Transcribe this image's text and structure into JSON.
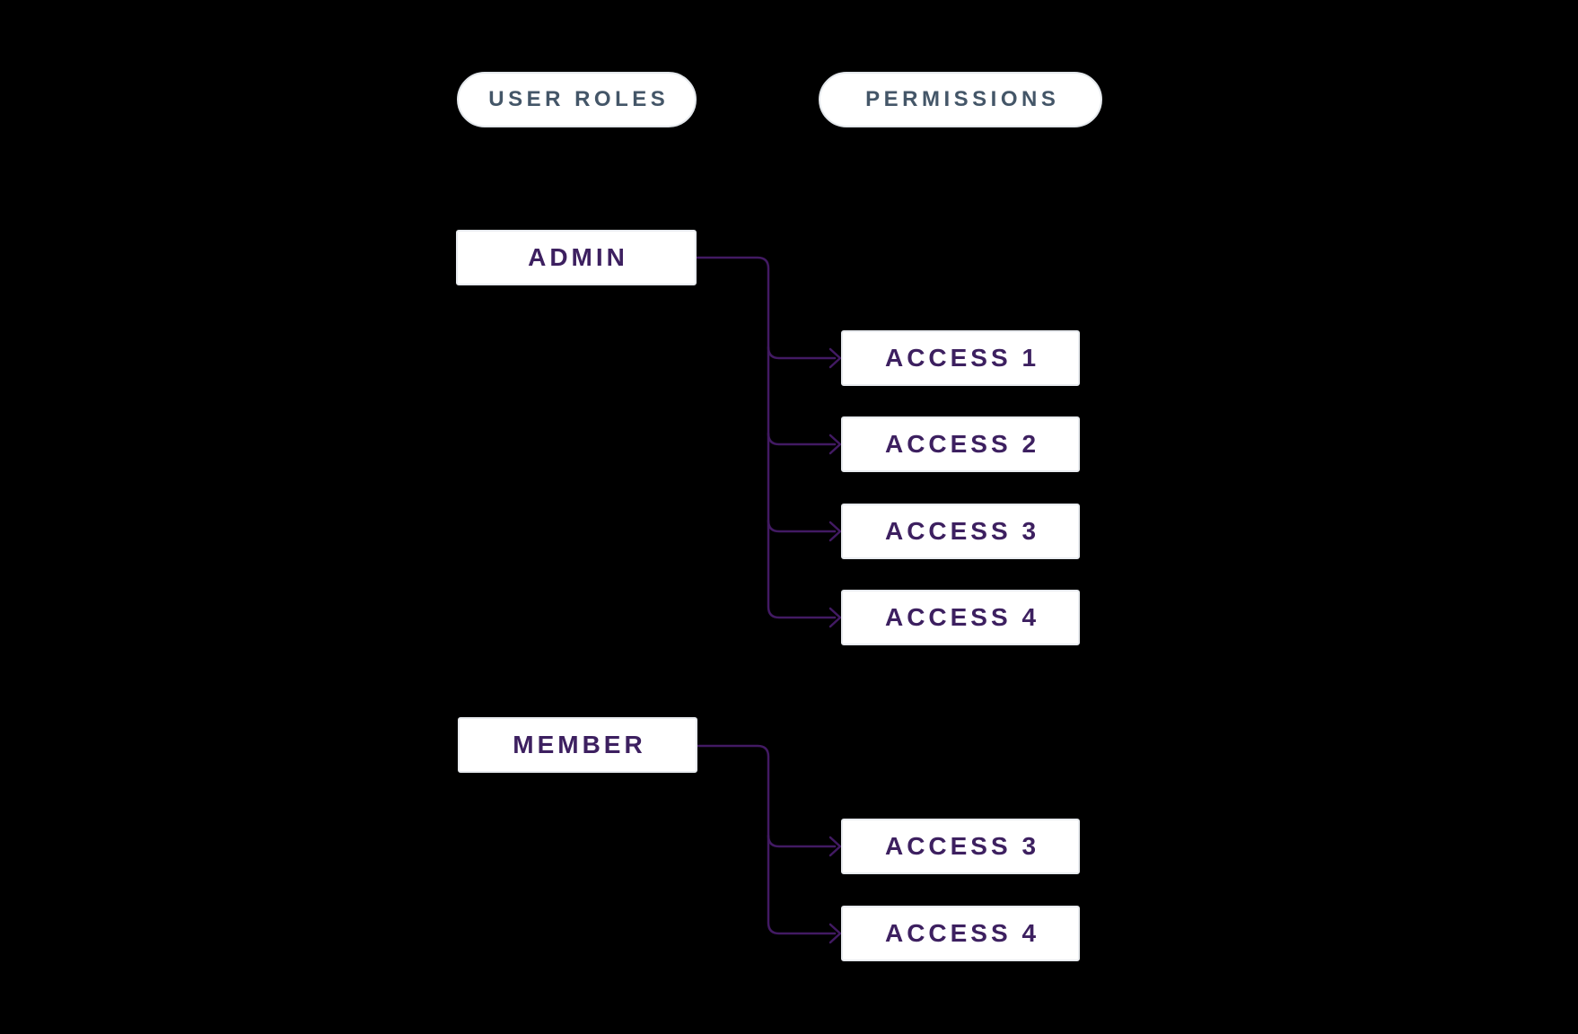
{
  "diagram": {
    "title": "role-permission-mapping",
    "headers": [
      {
        "label": "USER ROLES"
      },
      {
        "label": "PERMISSIONS"
      }
    ],
    "roles": [
      {
        "label": "ADMIN",
        "permissions": [
          "ACCESS 1",
          "ACCESS 2",
          "ACCESS 3",
          "ACCESS 4"
        ]
      },
      {
        "label": "MEMBER",
        "permissions": [
          "ACCESS 3",
          "ACCESS 4"
        ]
      }
    ],
    "edges": [
      {
        "from": "ADMIN",
        "to": "ACCESS 1"
      },
      {
        "from": "ADMIN",
        "to": "ACCESS 2"
      },
      {
        "from": "ADMIN",
        "to": "ACCESS 3"
      },
      {
        "from": "ADMIN",
        "to": "ACCESS 4"
      },
      {
        "from": "MEMBER",
        "to": "ACCESS 3"
      },
      {
        "from": "MEMBER",
        "to": "ACCESS 4"
      }
    ],
    "colors": {
      "background": "#000000",
      "node_background": "#ffffff",
      "node_border": "#e8ebef",
      "pill_border": "#e4e8ec",
      "role_text": "#3d2060",
      "header_text": "#445668",
      "connector": "#421a63"
    }
  }
}
